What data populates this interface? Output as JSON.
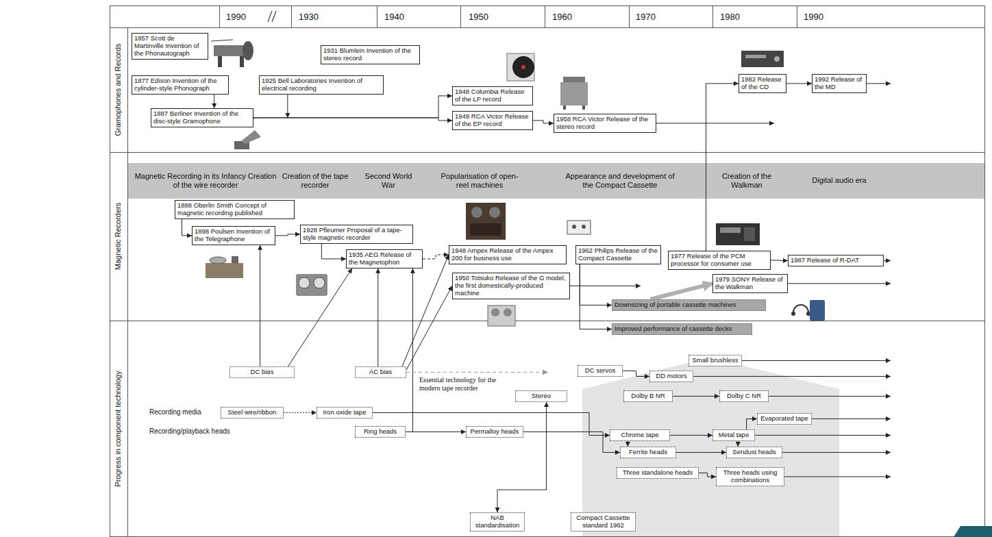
{
  "diagram": {
    "nodes": [
      {
        "text": [
          "1857 Scott de Martinville Invention of the Phonautograph"
        ]
      },
      {
        "text": [
          "1877 Edison Invention of the cylinder-style Phonograph"
        ]
      },
      {
        "text": [
          "1887 Berliner Invention of the disc-style Gramophone"
        ]
      },
      {
        "text": [
          "1931 Blumlein Invention of the stereo record"
        ]
      },
      {
        "text": [
          "1925 Bell Laboratories Invention of electrical recording"
        ]
      },
      {
        "text": [
          "1948 Columbia Release of the LP record"
        ]
      },
      {
        "text": [
          "1949 RCA Victor Release of the EP record"
        ]
      },
      {
        "text": [
          "1958 RCA Victor Release of the stereo record"
        ]
      },
      {
        "text": [
          "1982 Release of the CD"
        ]
      },
      {
        "text": [
          "1992 Release of the MD"
        ]
      },
      {
        "text": [
          "Magnetic Recording in its Infancy Creation of the wire recorder",
          "Creation of the tape recorder",
          "Second World War",
          "Popularisation of open-reel machines",
          "Appearance and development of the Compact Cassette",
          "Creation of the Walkman",
          "Digital audio era"
        ]
      },
      {
        "text": [
          "1888 Oberlin Smith Concept of magnetic recording published"
        ]
      },
      {
        "text": [
          "1898 Poulsen Invention of the Telegraphone"
        ]
      },
      {
        "text": [
          "1928 Pfleumer Proposal of a tape-style magnetic recorder"
        ]
      },
      {
        "text": [
          "1935 AEG Release of the Magnetophon"
        ]
      },
      {
        "text": [
          "1948 Ampex Release of the Ampex 200 for business use"
        ]
      },
      {
        "text": [
          "1950 Totsuko Release of the G model, the first domestically-produced machine"
        ]
      },
      {
        "text": [
          "1962 Philips Release of the Compact Cassette"
        ]
      },
      {
        "text": [
          "1977 Release of the PCM processor for consumer use"
        ]
      },
      {
        "text": [
          "1987 Release of R-DAT"
        ]
      },
      {
        "text": [
          "1979 SONY Release of the Walkman"
        ]
      },
      {
        "text": [
          "Downsizing of portable cassette machines"
        ]
      },
      {
        "text": [
          "Improved performance of cassette decks"
        ]
      },
      {
        "text": [
          "DC bias"
        ]
      },
      {
        "text": [
          "AC bias"
        ]
      },
      {
        "text": [
          "Stereo"
        ]
      },
      {
        "text": [
          "Steel wire/ribbon"
        ]
      },
      {
        "text": [
          "Iron oxide tape"
        ]
      },
      {
        "text": [
          "Ring heads"
        ]
      },
      {
        "text": [
          "Permalloy heads"
        ]
      },
      {
        "text": [
          "NAB standardisation"
        ]
      },
      {
        "text": [
          "Compact Cassette standard 1962"
        ]
      },
      {
        "text": [
          "DC servos"
        ]
      },
      {
        "text": [
          "Small brushless"
        ]
      },
      {
        "text": [
          "DD motors"
        ]
      },
      {
        "text": [
          "Dolby B NR"
        ]
      },
      {
        "text": [
          "Dolby C NR"
        ]
      },
      {
        "text": [
          "Evaporated tape"
        ]
      },
      {
        "text": [
          "Chrome tape"
        ]
      },
      {
        "text": [
          "Metal tape"
        ]
      },
      {
        "text": [
          "Ferrite heads"
        ]
      },
      {
        "text": [
          "Sendust heads"
        ]
      },
      {
        "text": [
          "Three standalone heads"
        ]
      },
      {
        "text": [
          "Three heads using combinations"
        ]
      }
    ],
    "edges": [
      {
        "from": 1,
        "to": 2,
        "arrow": "to"
      },
      {
        "from": 2,
        "to": 5,
        "arrow": "to"
      },
      {
        "from": 2,
        "to": 6,
        "arrow": "to"
      },
      {
        "from": 6,
        "to": 7,
        "arrow": "to"
      },
      {
        "from": 8,
        "to": 9,
        "arrow": "to"
      },
      {
        "from": 11,
        "to": 12,
        "arrow": "to"
      },
      {
        "from": 12,
        "to": 13,
        "arrow": "to"
      },
      {
        "from": 13,
        "to": 14,
        "arrow": "to"
      },
      {
        "from": 14,
        "to": 15,
        "arrow": "to"
      },
      {
        "from": 18,
        "to": 8,
        "arrow": "to"
      },
      {
        "from": 18,
        "to": 19,
        "arrow": "to"
      },
      {
        "from": 17,
        "to": 21,
        "arrow": "to"
      },
      {
        "from": 17,
        "to": 22,
        "arrow": "to"
      },
      {
        "from": 21,
        "to": 20,
        "arrow": "to"
      },
      {
        "from": 23,
        "to": 12,
        "arrow": "to"
      },
      {
        "from": 23,
        "to": 14,
        "arrow": "to"
      },
      {
        "from": 24,
        "to": 14,
        "arrow": "to"
      },
      {
        "from": 24,
        "to": 15,
        "arrow": "to"
      },
      {
        "from": 24,
        "to": 16,
        "arrow": "to"
      },
      {
        "from": 28,
        "to": 14,
        "arrow": "to"
      },
      {
        "from": 26,
        "to": 27,
        "arrow": "to"
      },
      {
        "from": 27,
        "to": 38,
        "arrow": "to"
      },
      {
        "from": 28,
        "to": 29,
        "arrow": "to"
      },
      {
        "from": 29,
        "to": 40,
        "arrow": "to"
      },
      {
        "from": 40,
        "to": 41,
        "arrow": "to"
      },
      {
        "from": 38,
        "to": 39,
        "arrow": "to"
      },
      {
        "from": 39,
        "to": 37,
        "arrow": "to"
      },
      {
        "from": 38,
        "to": 40,
        "arrow": "to"
      },
      {
        "from": 39,
        "to": 41,
        "arrow": "to"
      },
      {
        "from": 30,
        "to": 25,
        "arrow": "both"
      },
      {
        "from": 32,
        "to": 34,
        "arrow": "to"
      },
      {
        "from": 35,
        "to": 36,
        "arrow": "to"
      },
      {
        "from": 42,
        "to": 43,
        "arrow": "to"
      }
    ],
    "labels": [
      "1990",
      "1930",
      "1940",
      "1950",
      "1960",
      "1970",
      "1980",
      "1990",
      "Gramophones and Records",
      "Magnetic Recorders",
      "Progress in component technology",
      "Recording media",
      "Recording/playback heads",
      "Essential technology for the modern tape recorder"
    ]
  }
}
